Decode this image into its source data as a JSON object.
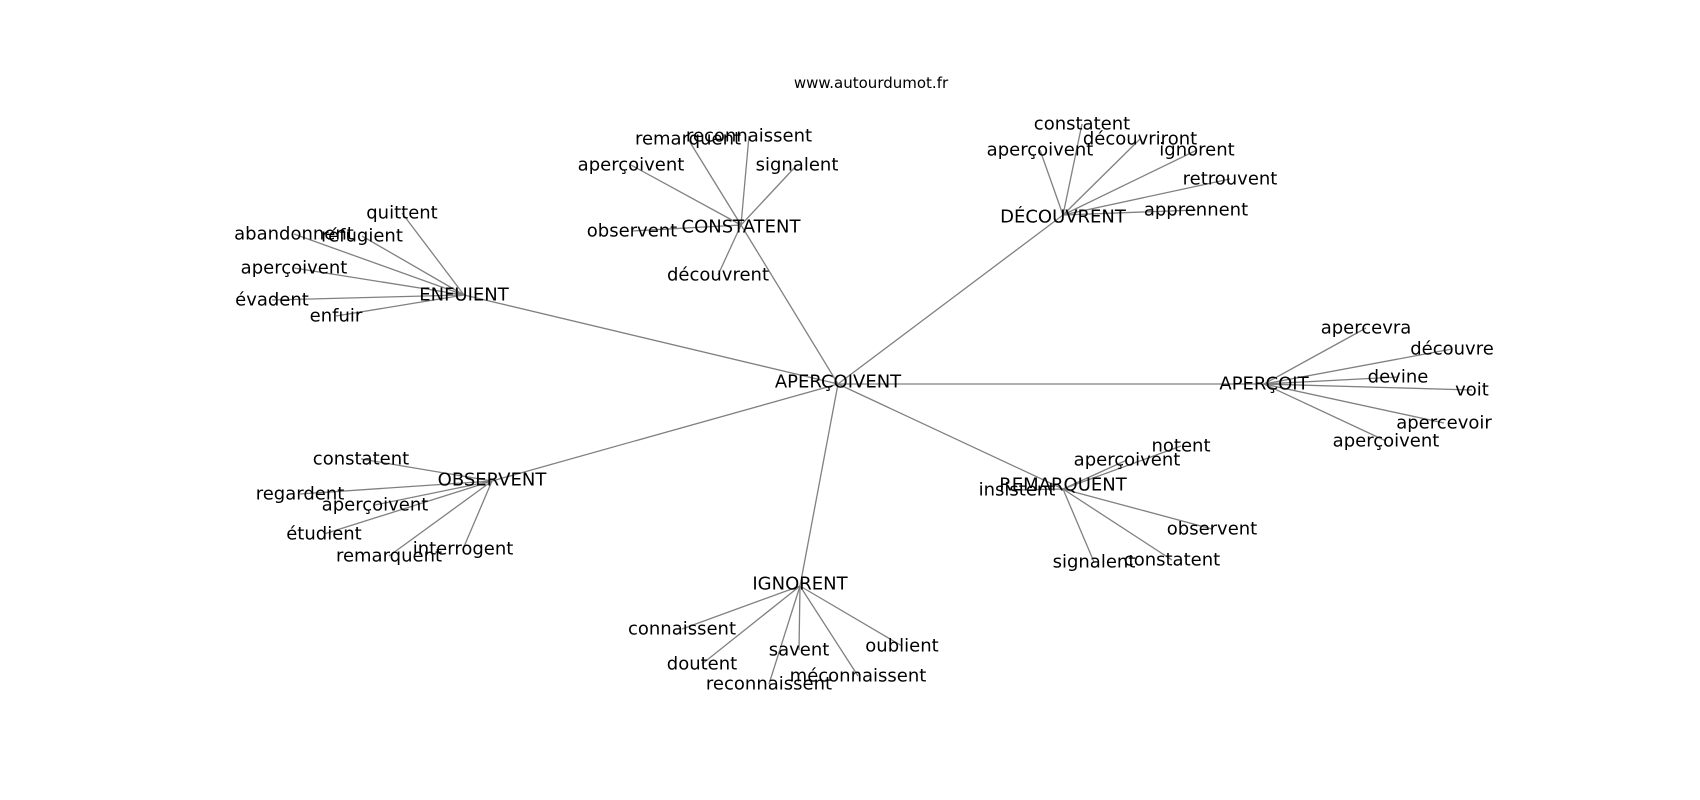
{
  "source": "www.autourdumot.fr",
  "center": "APERÇOIVENT",
  "clusters": [
    {
      "id": "constatent",
      "hub": "CONSTATENT",
      "leaves": [
        "remarquent",
        "reconnaissent",
        "aperçoivent",
        "signalent",
        "observent",
        "découvrent"
      ]
    },
    {
      "id": "decouvrent",
      "hub": "DÉCOUVRENT",
      "leaves": [
        "constatent",
        "découvriront",
        "aperçoivent",
        "ignorent",
        "retrouvent",
        "apprennent"
      ]
    },
    {
      "id": "enfuient",
      "hub": "ENFUIENT",
      "leaves": [
        "quittent",
        "abandonnent",
        "réfugient",
        "aperçoivent",
        "évadent",
        "enfuir"
      ]
    },
    {
      "id": "apercoit",
      "hub": "APERÇOIT",
      "leaves": [
        "apercevra",
        "découvre",
        "devine",
        "voit",
        "apercevoir",
        "aperçoivent"
      ]
    },
    {
      "id": "observent",
      "hub": "OBSERVENT",
      "leaves": [
        "constatent",
        "regardent",
        "aperçoivent",
        "étudient",
        "interrogent",
        "remarquent"
      ]
    },
    {
      "id": "remarquent",
      "hub": "REMARQUENT",
      "leaves": [
        "notent",
        "aperçoivent",
        "insistent",
        "observent",
        "signalent",
        "constatent"
      ]
    },
    {
      "id": "ignorent",
      "hub": "IGNORENT",
      "leaves": [
        "connaissent",
        "doutent",
        "savent",
        "oublient",
        "méconnaissent",
        "reconnaissent"
      ]
    }
  ],
  "colors": {
    "edge": "#808080",
    "text": "#000000",
    "background": "#ffffff"
  }
}
